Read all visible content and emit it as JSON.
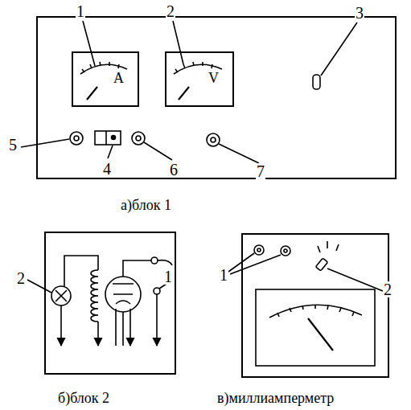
{
  "diagram": {
    "nodes": [
      {
        "text": [
          "а)блок 1"
        ]
      },
      {
        "text": [
          "A"
        ],
        "in": 0
      },
      {
        "text": [
          "V"
        ],
        "in": 0
      },
      {
        "text": [
          "б)блок 2"
        ]
      },
      {
        "text": [
          "в)миллиамперметр"
        ]
      }
    ],
    "labels": [
      "1",
      "2",
      "3",
      "5",
      "4",
      "6",
      "7",
      "2",
      "1",
      "1",
      "2"
    ]
  }
}
